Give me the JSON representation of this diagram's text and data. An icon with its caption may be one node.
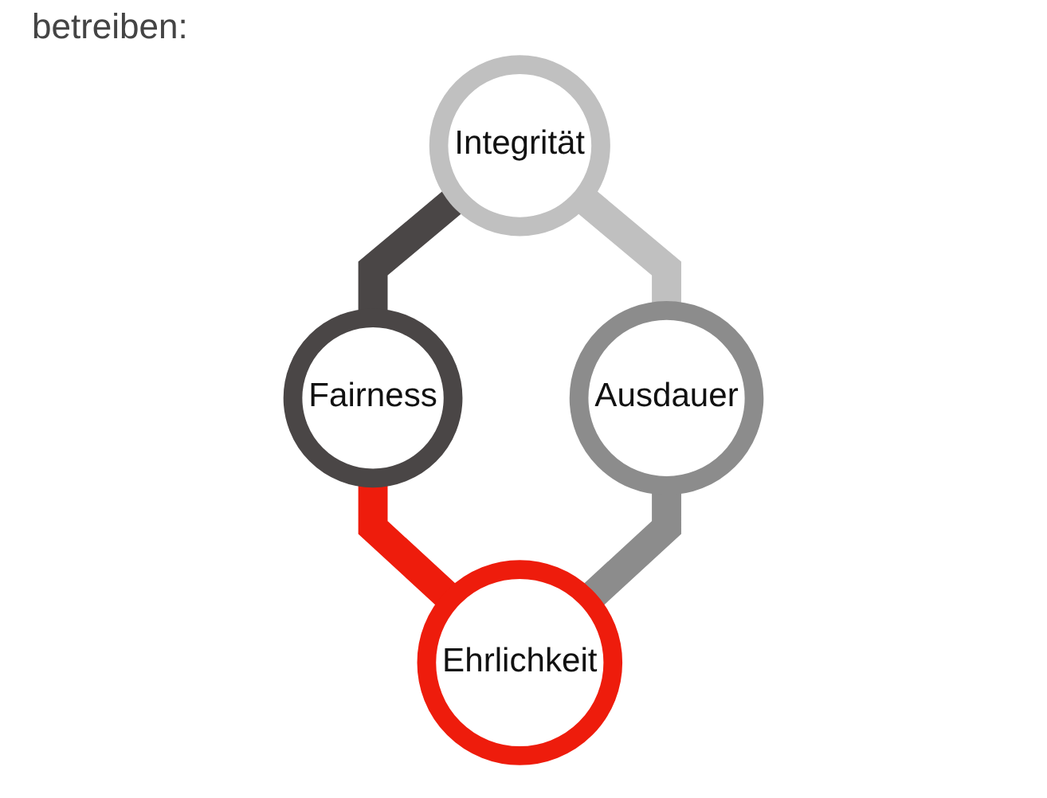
{
  "diagram": {
    "nodes": [
      {
        "text": [
          "Integrität"
        ]
      },
      {
        "text": [
          "Fairness"
        ]
      },
      {
        "text": [
          "Ausdauer"
        ]
      },
      {
        "text": [
          "Ehrlichkeit"
        ]
      }
    ],
    "edges": [
      {
        "from": 0,
        "to": 1,
        "arrow": "none",
        "color": "#4a4646"
      },
      {
        "from": 0,
        "to": 2,
        "arrow": "none",
        "color": "#c0c0c0"
      },
      {
        "from": 1,
        "to": 3,
        "arrow": "none",
        "color": "#ee1c0c"
      },
      {
        "from": 2,
        "to": 3,
        "arrow": "none",
        "color": "#8c8c8c"
      }
    ],
    "labels": [
      "betreiben:"
    ]
  }
}
